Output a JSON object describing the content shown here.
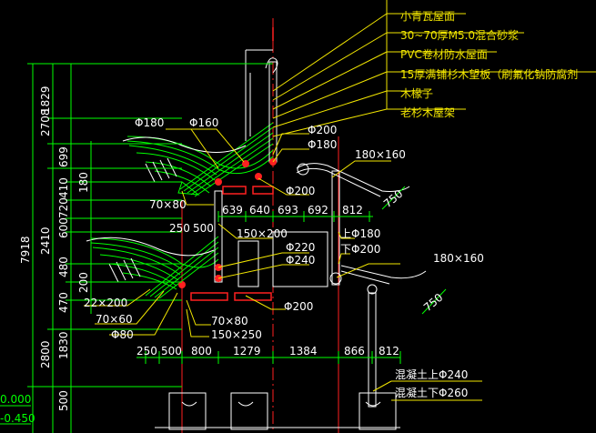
{
  "material_callouts": [
    "小青瓦屋面",
    "30~70厚M5.0混合砂浆",
    "PVC卷材防水屋面",
    "15厚满铺杉木望板（刷氟化钠防腐剂",
    "木椽子",
    "老杉木屋架"
  ],
  "member_labels": {
    "phi180_a": "Φ180",
    "phi160": "Φ160",
    "phi200_a": "Φ200",
    "phi180_b": "Φ180",
    "r180x160_a": "180×160",
    "phi200_b": "Φ200",
    "r70x80_a": "70×80",
    "r150x200": "150×200",
    "phi220": "Φ220",
    "phi240": "Φ240",
    "shang_phi180": "上Φ180",
    "xia_phi200": "下Φ200",
    "r180x160_b": "180×160",
    "r22x200": "22×200",
    "r70x60": "70×60",
    "r70x80_b": "70×80",
    "phi80": "Φ80",
    "r150x250": "150×250",
    "phi200_c": "Φ200",
    "d750_a": "750",
    "d750_b": "750"
  },
  "concrete_notes": {
    "upper": "混凝土上Φ240",
    "lower": "混凝土下Φ260"
  },
  "dims_upper": [
    "639",
    "640",
    "693",
    "692",
    "812"
  ],
  "dims_mid": [
    "250",
    "500"
  ],
  "dims_lower": [
    "250",
    "500",
    "800",
    "1279",
    "1384",
    "866",
    "812"
  ],
  "vertical_dims_outer": [
    "7918"
  ],
  "vertical_dims_a": [
    "1829",
    "2708",
    "2410",
    "2800"
  ],
  "vertical_dims_b": [
    "699",
    "410",
    "720",
    "600",
    "480",
    "470",
    "1830",
    "500"
  ],
  "vertical_dims_c": [
    "180",
    "200"
  ],
  "elevations": [
    "0.000",
    "-0.450"
  ],
  "colors": {
    "background": "#000000",
    "dimension": "#00ff00",
    "leader": "#f2e600",
    "axis": "#ff2020",
    "structure": "#ffffff",
    "member_red": "#ff2020"
  }
}
